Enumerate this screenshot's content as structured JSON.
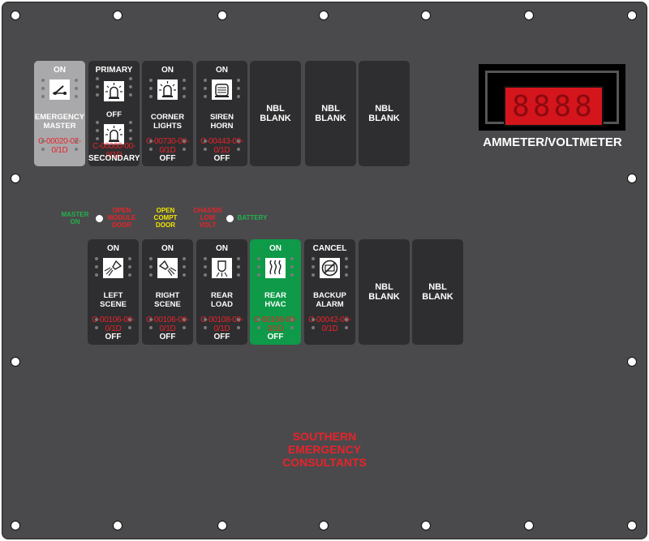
{
  "switch_row_1": [
    {
      "top": "ON",
      "label": "EMERGENCY\nMASTER",
      "code": "C-00020-02-\n0/1D",
      "bottom": "",
      "icon": "toggle-switch-icon",
      "bg": "#a9a9ab"
    },
    {
      "top": "PRIMARY",
      "label": "OFF",
      "code": "C-00000-00-\n0/1D",
      "bottom": "SECONDARY",
      "icon": "beacon-icon",
      "icon2": "beacon-icon",
      "bg": "#2e2e30"
    },
    {
      "top": "ON",
      "label": "CORNER\nLIGHTS",
      "code": "C-00730-00-\n0/1D",
      "bottom": "OFF",
      "icon": "beacon-icon",
      "bg": "#2e2e30"
    },
    {
      "top": "ON",
      "label": "SIREN\nHORN",
      "code": "C-00443-00-\n0/1D",
      "bottom": "OFF",
      "icon": "siren-icon",
      "bg": "#2e2e30"
    }
  ],
  "blank_label": "NBL\nBLANK",
  "meter": {
    "digits": "8888",
    "title": "AMMETER/VOLTMETER"
  },
  "indicators": [
    {
      "text": "MASTER\nON",
      "color": "#22b24c"
    },
    {
      "text": "OPEN\nMODULE\nDOOR",
      "color": "#e8232a"
    },
    {
      "text": "OPEN\nCOMPT\nDOOR",
      "color": "#f3e600"
    },
    {
      "text": "CHASSIS\nLOW\nVOLT",
      "color": "#e8232a"
    },
    {
      "text": "BATTERY",
      "color": "#22b24c"
    }
  ],
  "switch_row_2": [
    {
      "top": "ON",
      "label": "LEFT\nSCENE",
      "code": "C-00106-00-\n0/1D",
      "bottom": "OFF",
      "icon": "scene-light-left-icon",
      "bg": "#2e2e30"
    },
    {
      "top": "ON",
      "label": "RIGHT\nSCENE",
      "code": "C-00106-00-\n0/1D",
      "bottom": "OFF",
      "icon": "scene-light-right-icon",
      "bg": "#2e2e30"
    },
    {
      "top": "ON",
      "label": "REAR\nLOAD",
      "code": "C-00108-00-\n0/1D",
      "bottom": "OFF",
      "icon": "load-light-icon",
      "bg": "#2e2e30"
    },
    {
      "top": "ON",
      "label": "REAR\nHVAC",
      "code": "C-00166-00-\n0/1D",
      "bottom": "OFF",
      "icon": "hvac-icon",
      "bg": "#0e9a48"
    },
    {
      "top": "CANCEL",
      "label": "BACKUP\nALARM",
      "code": "C-00042-00-\n0/1D",
      "bottom": "",
      "icon": "no-alarm-icon",
      "bg": "#2e2e30"
    }
  ],
  "footer": "SOUTHERN\nEMERGENCY\nCONSULTANTS"
}
